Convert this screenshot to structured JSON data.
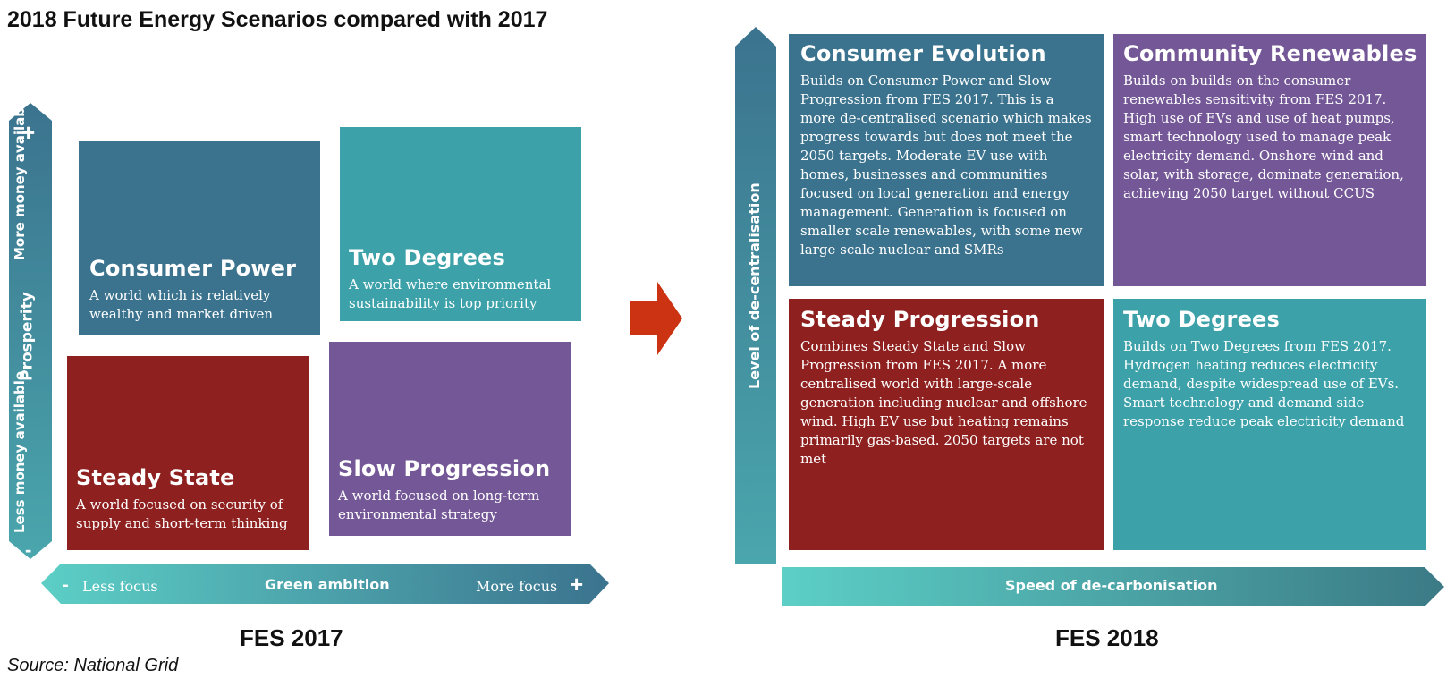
{
  "title": "2018 Future Energy Scenarios compared with 2017",
  "source": "Source: National Grid",
  "fes2017": {
    "panel_title": "FES 2017",
    "y_axis": {
      "top_label": "More money available",
      "middle_label": "Prosperity",
      "bottom_label": "Less money available",
      "plus": "+",
      "minus": "-"
    },
    "x_axis": {
      "left_label": "Less focus",
      "middle_label": "Green ambition",
      "right_label": "More focus",
      "plus": "+",
      "minus": "-"
    },
    "quadrants": {
      "consumer_power": {
        "title": "Consumer Power",
        "text": "A world which is relatively wealthy and market driven",
        "color": "#3b738e"
      },
      "two_degrees": {
        "title": "Two Degrees",
        "text": "A world where environmental sustainability is top priority",
        "color": "#3ca1a8"
      },
      "steady_state": {
        "title": "Steady State",
        "text": "A world focused on security of supply and short-term thinking",
        "color": "#8e201f"
      },
      "slow_progression": {
        "title": "Slow Progression",
        "text": "A world focused on long-term environmental strategy",
        "color": "#735796"
      }
    }
  },
  "fes2018": {
    "panel_title": "FES 2018",
    "y_axis_label": "Level of de-centralisation",
    "x_axis_label": "Speed of de-carbonisation",
    "quadrants": {
      "consumer_evolution": {
        "title": "Consumer Evolution",
        "text": "Builds on Consumer Power and Slow Progression from FES 2017. This is a more de-centralised scenario which makes progress towards but does not meet the 2050 targets. Moderate EV use with homes, businesses and communities focused on local generation and energy management. Generation is focused on smaller scale renewables, with some new large scale nuclear and SMRs",
        "color": "#3b738e"
      },
      "community_renewables": {
        "title": "Community Renewables",
        "text": "Builds on builds on the consumer renewables sensitivity from FES 2017. High use of EVs and use of heat pumps, smart technology used to manage peak electricity demand. Onshore wind and solar, with storage, dominate generation, achieving 2050 target without CCUS",
        "color": "#735796"
      },
      "steady_progression": {
        "title": "Steady Progression",
        "text": "Combines Steady State and Slow Progression from FES 2017. A more centralised world with large-scale generation including nuclear and offshore wind. High EV use but heating remains primarily gas-based. 2050 targets are not met",
        "color": "#8e201f"
      },
      "two_degrees": {
        "title": "Two Degrees",
        "text": "Builds on Two Degrees from FES 2017. Hydrogen heating reduces electricity demand, despite widespread use of EVs. Smart technology and demand side response reduce peak electricity demand",
        "color": "#3ca1a8"
      }
    }
  },
  "transition_arrow_icon": "right-arrow-icon",
  "colors": {
    "arrow": "#cc3312",
    "axis_dark": "#3b738e",
    "axis_light": "#5ccfc6"
  }
}
